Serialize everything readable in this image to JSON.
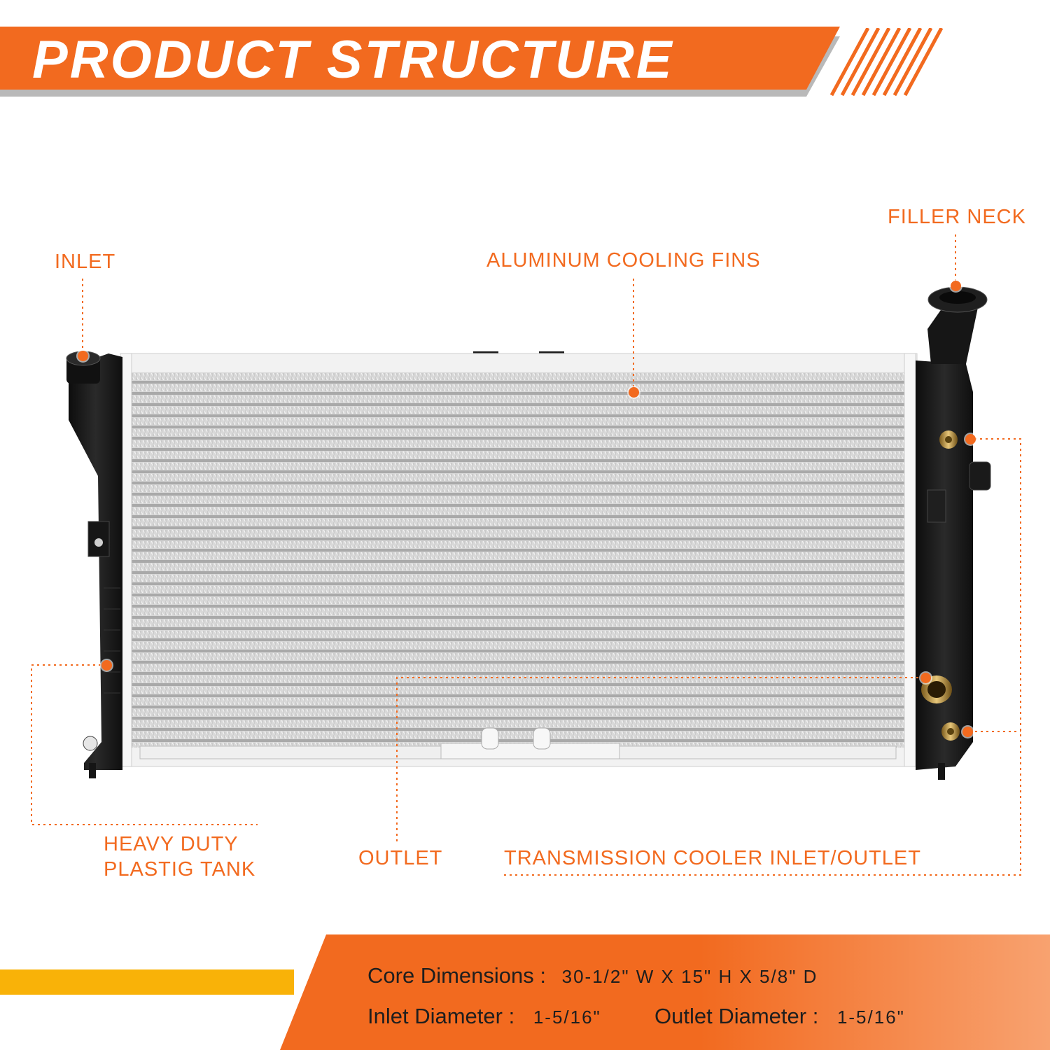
{
  "banner": {
    "title": "PRODUCT STRUCTURE"
  },
  "callouts": {
    "inlet": "INLET",
    "fins": "ALUMINUM COOLING FINS",
    "filler_neck": "FILLER NECK",
    "tank_line1": "HEAVY DUTY",
    "tank_line2": "PLASTIG TANK",
    "outlet": "OUTLET",
    "trans_cooler": "TRANSMISSION COOLER INLET/OUTLET"
  },
  "specs": {
    "core_label": "Core Dimensions :",
    "core_value": "30-1/2\" W X 15\" H X 5/8\" D",
    "inlet_label": "Inlet Diameter :",
    "inlet_value": "1-5/16\"",
    "outlet_label": "Outlet Diameter :",
    "outlet_value": "1-5/16\""
  },
  "colors": {
    "accent": "#f26a1f",
    "yellow": "#f9b208",
    "tank": "#1b1b1b",
    "core": "#c9c9c9"
  }
}
